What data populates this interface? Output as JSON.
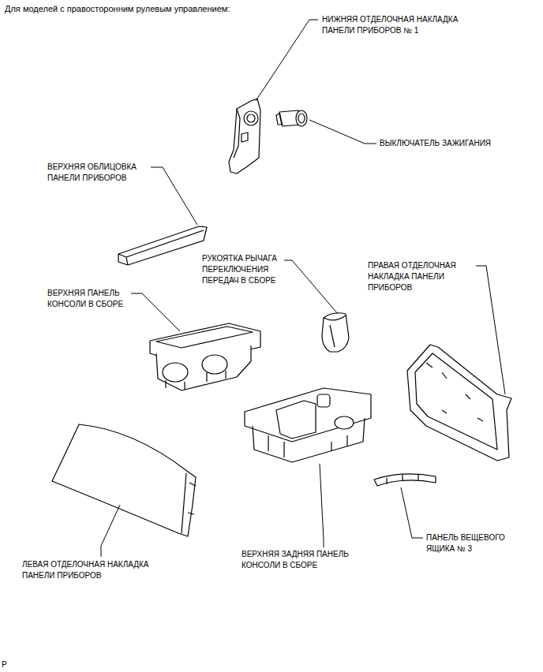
{
  "diagram": {
    "title": "Для моделей с правосторонним рулевым управлением:",
    "labels": [
      "НИЖНЯЯ ОТДЕЛОЧНАЯ НАКЛАДКА ПАНЕЛИ ПРИБОРОВ № 1",
      "ВЫКЛЮЧАТЕЛЬ ЗАЖИГАНИЯ",
      "ВЕРХНЯЯ ОБЛИЦОВКА ПАНЕЛИ ПРИБОРОВ",
      "РУКОЯТКА РЫЧАГА ПЕРЕКЛЮЧЕНИЯ ПЕРЕДАЧ В СБОРЕ",
      "ПРАВАЯ ОТДЕЛОЧНАЯ НАКЛАДКА ПАНЕЛИ ПРИБОРОВ",
      "ВЕРХНЯЯ ПАНЕЛЬ КОНСОЛИ В СБОРЕ",
      "ЛЕВАЯ ОТДЕЛОЧНАЯ НАКЛАДКА ПАНЕЛИ ПРИБОРОВ",
      "ВЕРХНЯЯ ЗАДНЯЯ ПАНЕЛЬ КОНСОЛИ В СБОРЕ",
      "ПАНЕЛЬ ВЕЩЕВОГО ЯЩИКА № 3",
      "P"
    ]
  }
}
